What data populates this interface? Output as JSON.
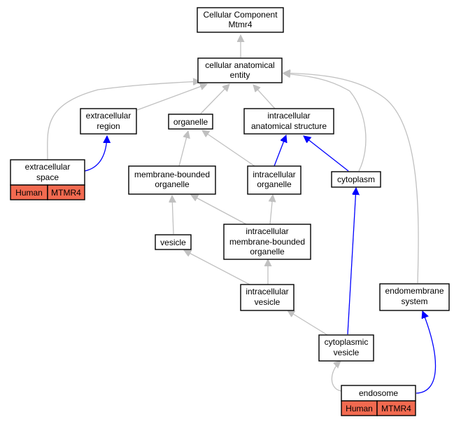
{
  "colors": {
    "gray_edge": "#c0c0c0",
    "blue_edge": "#0000ff",
    "annotation": "#f26a50",
    "box_stroke": "#000000"
  },
  "nodes": {
    "root": [
      "Cellular Component",
      "Mtmr4"
    ],
    "cae": [
      "cellular anatomical",
      "entity"
    ],
    "exreg": [
      "extracellular",
      "region"
    ],
    "organelle": [
      "organelle"
    ],
    "ias": [
      "intracellular",
      "anatomical structure"
    ],
    "exspace": [
      "extracellular",
      "space"
    ],
    "mbo": [
      "membrane-bounded",
      "organelle"
    ],
    "io": [
      "intracellular",
      "organelle"
    ],
    "cytoplasm": [
      "cytoplasm"
    ],
    "vesicle": [
      "vesicle"
    ],
    "imbo": [
      "intracellular",
      "membrane-bounded",
      "organelle"
    ],
    "iv": [
      "intracellular",
      "vesicle"
    ],
    "endo_sys": [
      "endomembrane",
      "system"
    ],
    "cv": [
      "cytoplasmic",
      "vesicle"
    ],
    "endosome": [
      "endosome"
    ]
  },
  "annotations": {
    "exspace": [
      "Human",
      "MTMR4"
    ],
    "endosome": [
      "Human",
      "MTMR4"
    ]
  }
}
